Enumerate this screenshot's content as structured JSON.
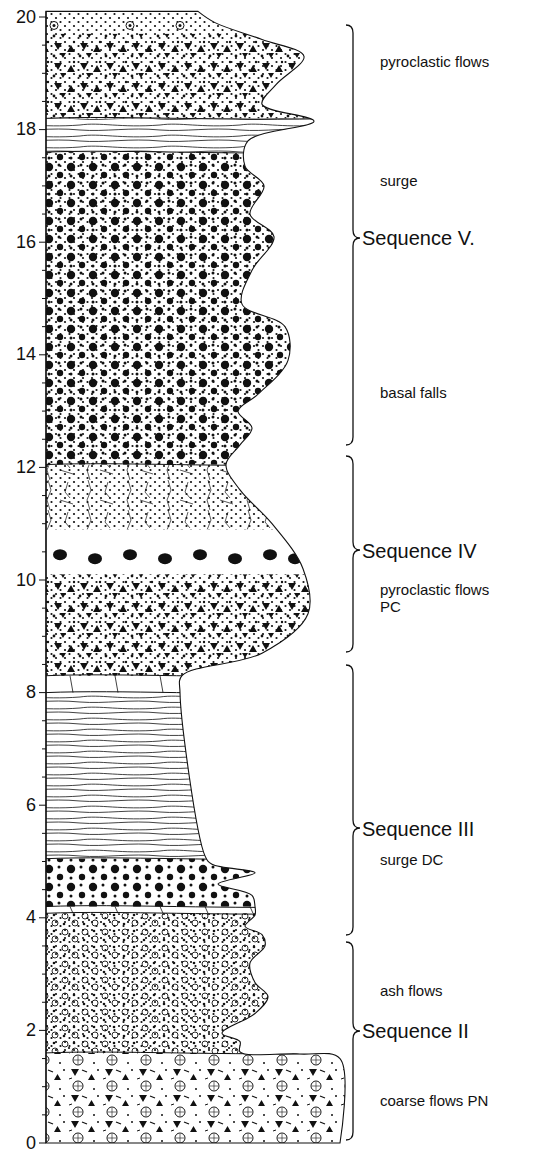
{
  "diagram": {
    "labels": [
      "pyroclastic flows",
      "surge",
      "Sequence V.",
      "basal falls",
      "Sequence IV",
      "pyroclastic flows PC",
      "Sequence III",
      "surge DC",
      "ash flows",
      "Sequence II",
      "coarse flows PN",
      "20",
      "18",
      "16",
      "14",
      "12",
      "10",
      "8",
      "6",
      "4",
      "2",
      "0"
    ]
  }
}
